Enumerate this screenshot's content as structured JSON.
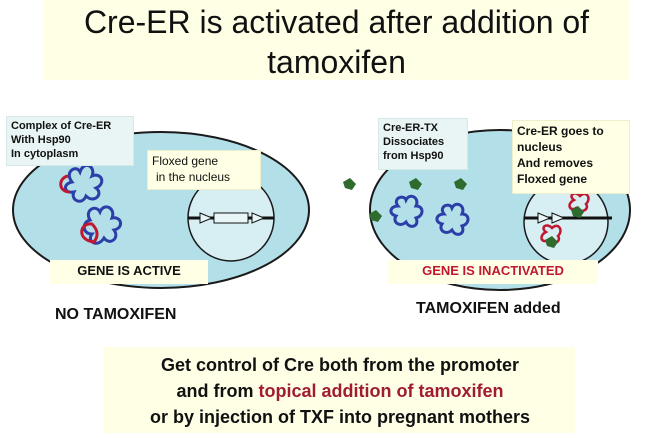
{
  "title": {
    "line1": "Cre-ER is activated after addition of",
    "line2": "tamoxifen"
  },
  "left_cell": {
    "complex_label": [
      "Complex of Cre-ER",
      "With Hsp90",
      "In cytoplasm"
    ],
    "floxed_label": [
      "Floxed gene",
      "in the nucleus"
    ],
    "status": "GENE IS ACTIVE",
    "caption": "NO TAMOXIFEN"
  },
  "right_cell": {
    "dissociate_label": [
      "Cre-ER-TX",
      "Dissociates",
      "from Hsp90"
    ],
    "nucleus_label": [
      "Cre-ER goes to",
      "nucleus",
      "And removes",
      "Floxed gene"
    ],
    "status": "GENE IS INACTIVATED",
    "caption": "TAMOXIFEN added"
  },
  "bottom": {
    "line1": "Get control of Cre both from the promoter",
    "line2_prefix": "and from ",
    "line2_highlight": "topical addition of tamoxifen",
    "line3": "or by injection of TXF into pregnant mothers"
  },
  "colors": {
    "cell_fill": "#b3dfe9",
    "cell_stroke": "#1a1a1a",
    "cre_blue": "#2c3ea8",
    "hsp90_red": "#c01830",
    "tamoxifen_green": "#2e6b2e",
    "status_active": "#111111",
    "status_inactive": "#c01830"
  }
}
